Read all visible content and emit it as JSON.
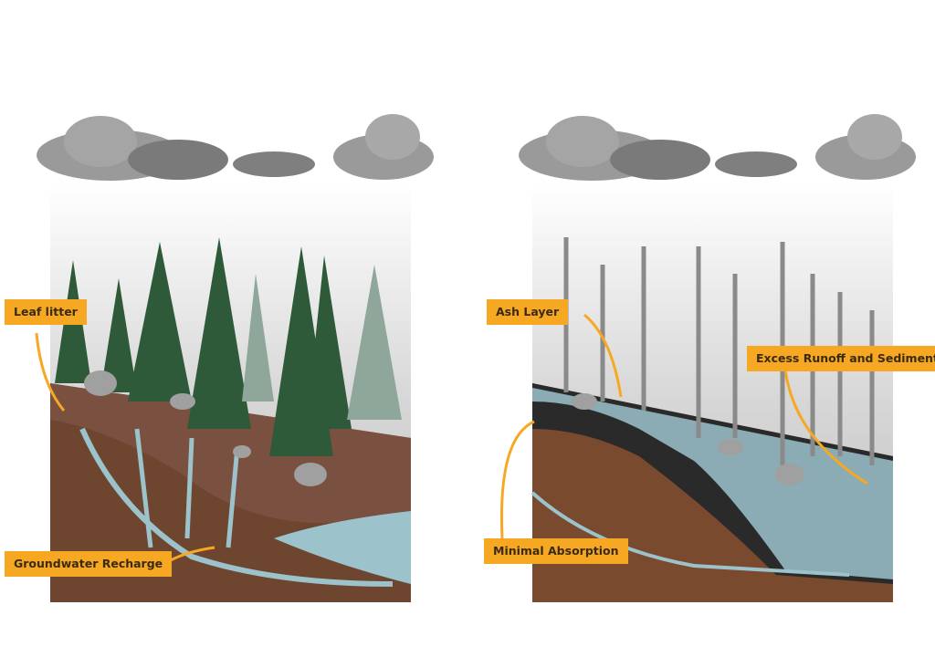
{
  "colors": {
    "label_bg": "#f7a823",
    "label_text": "#3a2a10",
    "soil": "#7a4a2e",
    "water": "#9cc3cc",
    "ash": "#2a2a2a",
    "tree": "#2f5a3a"
  },
  "panels": [
    {
      "id": "healthy-forest",
      "labels": {
        "leaf_litter": "Leaf litter",
        "groundwater": "Groundwater Recharge"
      }
    },
    {
      "id": "burned-forest",
      "labels": {
        "ash_layer": "Ash Layer",
        "runoff": "Excess Runoff and Sediment",
        "absorption": "Minimal Absorption"
      }
    }
  ]
}
